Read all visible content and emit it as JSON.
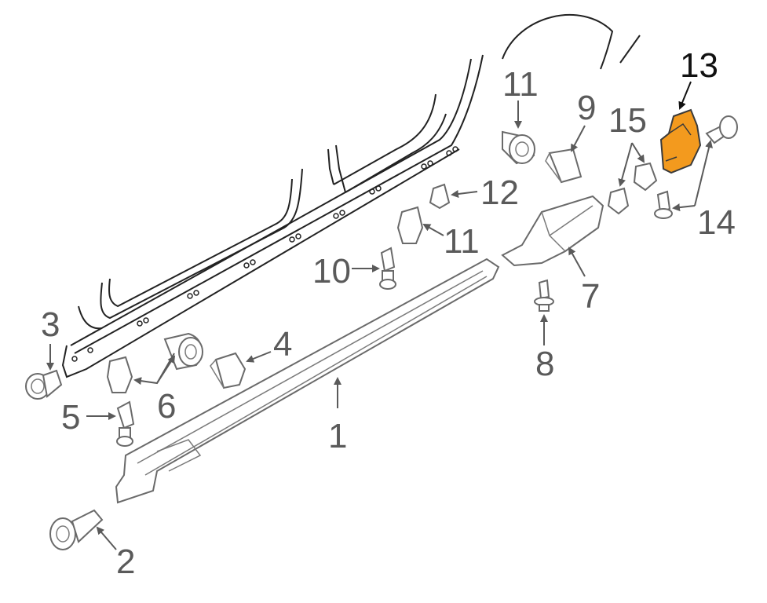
{
  "diagram": {
    "highlight_color": "#f39a1e",
    "line_color": "#5a5a5a",
    "labels": {
      "p1": "1",
      "p2": "2",
      "p3": "3",
      "p4": "4",
      "p5": "5",
      "p6": "6",
      "p7": "7",
      "p8": "8",
      "p9": "9",
      "p10": "10",
      "p11a": "11",
      "p11b": "11",
      "p12": "12",
      "p13": "13",
      "p14": "14",
      "p15": "15"
    }
  }
}
